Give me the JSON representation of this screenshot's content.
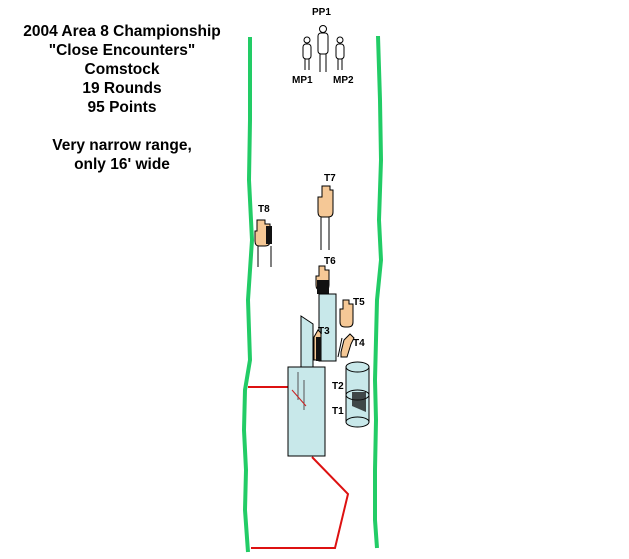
{
  "stage": {
    "title": "2004 Area 8 Championship",
    "name": "\"Close Encounters\"",
    "scoring": "Comstock",
    "rounds": "19 Rounds",
    "points": "95 Points",
    "note_line1": "Very narrow range,",
    "note_line2": "only 16' wide"
  },
  "targets": {
    "pp1": "PP1",
    "mp1": "MP1",
    "mp2": "MP2",
    "t1": "T1",
    "t2": "T2",
    "t3": "T3",
    "t4": "T4",
    "t5": "T5",
    "t6": "T6",
    "t7": "T7",
    "t8": "T8"
  },
  "colors": {
    "wall": "#22cc66",
    "fault_line": "#dd1111",
    "target": "#f5c896",
    "hardcover": "#111111",
    "barrier": "#c8e8ea"
  }
}
